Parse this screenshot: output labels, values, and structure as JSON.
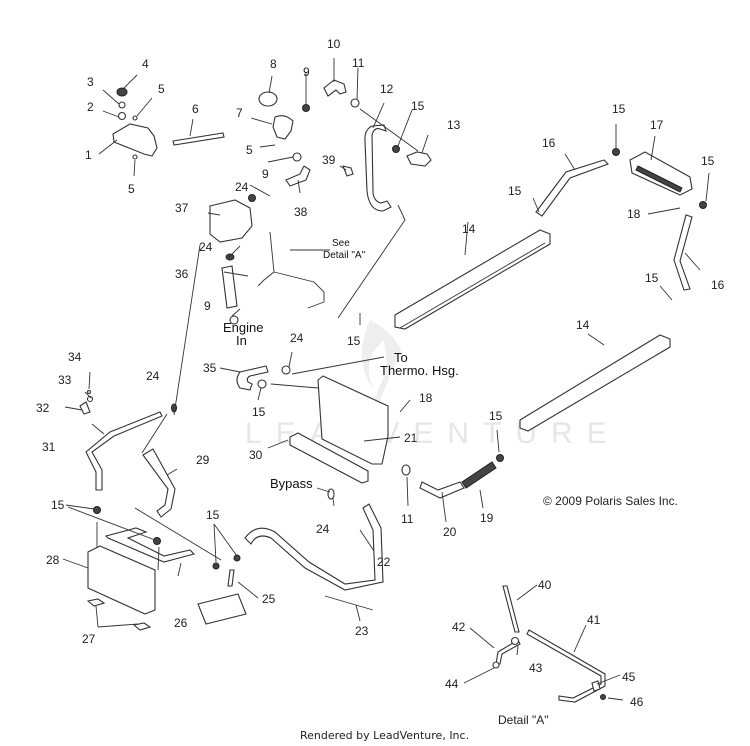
{
  "diagram": {
    "title": "Cooling system parts diagram",
    "watermark": "LEADVENTURE",
    "copyright": "© 2009 Polaris Sales Inc.",
    "rendered_by": "Rendered by LeadVenture, Inc.",
    "notes": {
      "see_detail_line1": "See",
      "see_detail_line2": "Detail \"A\"",
      "engine_in_line1": "Engine",
      "engine_in_line2": "In",
      "to_thermo_line1": "To",
      "to_thermo_line2": "Thermo. Hsg.",
      "bypass": "Bypass",
      "detail_a": "Detail \"A\""
    },
    "callouts": [
      {
        "id": "c1",
        "label": "1"
      },
      {
        "id": "c2",
        "label": "2"
      },
      {
        "id": "c3",
        "label": "3"
      },
      {
        "id": "c4",
        "label": "4"
      },
      {
        "id": "c5a",
        "label": "5"
      },
      {
        "id": "c5b",
        "label": "5"
      },
      {
        "id": "c5c",
        "label": "5"
      },
      {
        "id": "c6",
        "label": "6"
      },
      {
        "id": "c7",
        "label": "7"
      },
      {
        "id": "c8",
        "label": "8"
      },
      {
        "id": "c9a",
        "label": "9"
      },
      {
        "id": "c9b",
        "label": "9"
      },
      {
        "id": "c9c",
        "label": "9"
      },
      {
        "id": "c10",
        "label": "10"
      },
      {
        "id": "c11a",
        "label": "11"
      },
      {
        "id": "c11b",
        "label": "11"
      },
      {
        "id": "c12",
        "label": "12"
      },
      {
        "id": "c13",
        "label": "13"
      },
      {
        "id": "c14a",
        "label": "14"
      },
      {
        "id": "c14b",
        "label": "14"
      },
      {
        "id": "c15a",
        "label": "15"
      },
      {
        "id": "c15b",
        "label": "15"
      },
      {
        "id": "c15c",
        "label": "15"
      },
      {
        "id": "c15d",
        "label": "15"
      },
      {
        "id": "c15e",
        "label": "15"
      },
      {
        "id": "c15f",
        "label": "15"
      },
      {
        "id": "c15g",
        "label": "15"
      },
      {
        "id": "c15h",
        "label": "15"
      },
      {
        "id": "c15i",
        "label": "15"
      },
      {
        "id": "c15j",
        "label": "15"
      },
      {
        "id": "c16a",
        "label": "16"
      },
      {
        "id": "c16b",
        "label": "16"
      },
      {
        "id": "c17",
        "label": "17"
      },
      {
        "id": "c18a",
        "label": "18"
      },
      {
        "id": "c18b",
        "label": "18"
      },
      {
        "id": "c19",
        "label": "19"
      },
      {
        "id": "c20",
        "label": "20"
      },
      {
        "id": "c21",
        "label": "21"
      },
      {
        "id": "c22",
        "label": "22"
      },
      {
        "id": "c23",
        "label": "23"
      },
      {
        "id": "c24a",
        "label": "24"
      },
      {
        "id": "c24b",
        "label": "24"
      },
      {
        "id": "c24c",
        "label": "24"
      },
      {
        "id": "c24d",
        "label": "24"
      },
      {
        "id": "c24e",
        "label": "24"
      },
      {
        "id": "c25",
        "label": "25"
      },
      {
        "id": "c26",
        "label": "26"
      },
      {
        "id": "c27",
        "label": "27"
      },
      {
        "id": "c28",
        "label": "28"
      },
      {
        "id": "c29",
        "label": "29"
      },
      {
        "id": "c30",
        "label": "30"
      },
      {
        "id": "c31",
        "label": "31"
      },
      {
        "id": "c32",
        "label": "32"
      },
      {
        "id": "c33",
        "label": "33"
      },
      {
        "id": "c34",
        "label": "34"
      },
      {
        "id": "c35",
        "label": "35"
      },
      {
        "id": "c36",
        "label": "36"
      },
      {
        "id": "c37",
        "label": "37"
      },
      {
        "id": "c38",
        "label": "38"
      },
      {
        "id": "c39",
        "label": "39"
      },
      {
        "id": "c40",
        "label": "40"
      },
      {
        "id": "c41",
        "label": "41"
      },
      {
        "id": "c42",
        "label": "42"
      },
      {
        "id": "c43",
        "label": "43"
      },
      {
        "id": "c44",
        "label": "44"
      },
      {
        "id": "c45",
        "label": "45"
      },
      {
        "id": "c46",
        "label": "46"
      }
    ]
  }
}
